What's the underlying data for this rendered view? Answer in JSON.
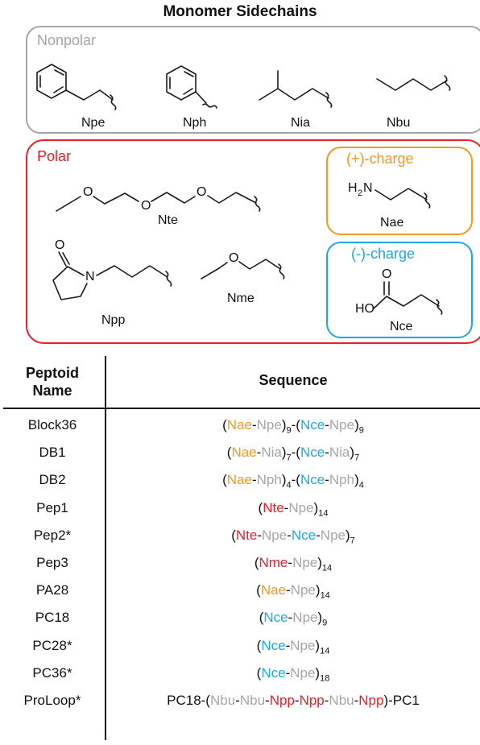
{
  "title": "Monomer Sidechains",
  "colors": {
    "nonpolar": "#a6a6a6",
    "polar": "#e8202a",
    "positive": "#f39a1e",
    "negative": "#1ea7e1",
    "text": "#111111"
  },
  "groups": {
    "nonpolar": {
      "label": "Nonpolar",
      "monomers": [
        "Npe",
        "Nph",
        "Nia",
        "Nbu"
      ]
    },
    "polar": {
      "label": "Polar",
      "monomers": [
        "Nte",
        "Npp",
        "Nme"
      ]
    },
    "positive": {
      "label": "(+)-charge",
      "monomers": [
        "Nae"
      ],
      "amine": "H",
      "amine_sub": "2",
      "amine_n": "N"
    },
    "negative": {
      "label": "(-)-charge",
      "monomers": [
        "Nce"
      ],
      "hydroxyl": "HO",
      "oxo": "O"
    }
  },
  "atoms": {
    "oxygen": "O",
    "nitrogen": "N"
  },
  "table": {
    "header_name_1": "Peptoid",
    "header_name_2": "Name",
    "header_seq": "Sequence",
    "rows": [
      {
        "name": "Block36",
        "seq": [
          {
            "t": "(",
            "c": "text"
          },
          {
            "t": "Nae",
            "c": "positive"
          },
          {
            "t": "-",
            "c": "text"
          },
          {
            "t": "Npe",
            "c": "nonpolar"
          },
          {
            "t": ")",
            "c": "text"
          },
          {
            "t": "9",
            "c": "text",
            "sub": true
          },
          {
            "t": "-(",
            "c": "text"
          },
          {
            "t": "Nce",
            "c": "negative"
          },
          {
            "t": "-",
            "c": "text"
          },
          {
            "t": "Npe",
            "c": "nonpolar"
          },
          {
            "t": ")",
            "c": "text"
          },
          {
            "t": "9",
            "c": "text",
            "sub": true
          }
        ]
      },
      {
        "name": "DB1",
        "seq": [
          {
            "t": "(",
            "c": "text"
          },
          {
            "t": "Nae",
            "c": "positive"
          },
          {
            "t": "-",
            "c": "text"
          },
          {
            "t": "Nia",
            "c": "nonpolar"
          },
          {
            "t": ")",
            "c": "text"
          },
          {
            "t": "7",
            "c": "text",
            "sub": true
          },
          {
            "t": "-(",
            "c": "text"
          },
          {
            "t": "Nce",
            "c": "negative"
          },
          {
            "t": "-",
            "c": "text"
          },
          {
            "t": "Nia",
            "c": "nonpolar"
          },
          {
            "t": ")",
            "c": "text"
          },
          {
            "t": "7",
            "c": "text",
            "sub": true
          }
        ]
      },
      {
        "name": "DB2",
        "seq": [
          {
            "t": "(",
            "c": "text"
          },
          {
            "t": "Nae",
            "c": "positive"
          },
          {
            "t": "-",
            "c": "text"
          },
          {
            "t": "Nph",
            "c": "nonpolar"
          },
          {
            "t": ")",
            "c": "text"
          },
          {
            "t": "4",
            "c": "text",
            "sub": true
          },
          {
            "t": "-(",
            "c": "text"
          },
          {
            "t": "Nce",
            "c": "negative"
          },
          {
            "t": "-",
            "c": "text"
          },
          {
            "t": "Nph",
            "c": "nonpolar"
          },
          {
            "t": ")",
            "c": "text"
          },
          {
            "t": "4",
            "c": "text",
            "sub": true
          }
        ]
      },
      {
        "name": "Pep1",
        "seq": [
          {
            "t": "(",
            "c": "text"
          },
          {
            "t": "Nte",
            "c": "polar"
          },
          {
            "t": "-",
            "c": "text"
          },
          {
            "t": "Npe",
            "c": "nonpolar"
          },
          {
            "t": ")",
            "c": "text"
          },
          {
            "t": "14",
            "c": "text",
            "sub": true
          }
        ]
      },
      {
        "name": "Pep2*",
        "seq": [
          {
            "t": "(",
            "c": "text"
          },
          {
            "t": "Nte",
            "c": "polar"
          },
          {
            "t": "-",
            "c": "text"
          },
          {
            "t": "Npe",
            "c": "nonpolar"
          },
          {
            "t": "-",
            "c": "text"
          },
          {
            "t": "Nce",
            "c": "negative"
          },
          {
            "t": "-",
            "c": "text"
          },
          {
            "t": "Npe",
            "c": "nonpolar"
          },
          {
            "t": ")",
            "c": "text"
          },
          {
            "t": "7",
            "c": "text",
            "sub": true
          }
        ]
      },
      {
        "name": "Pep3",
        "seq": [
          {
            "t": "(",
            "c": "text"
          },
          {
            "t": "Nme",
            "c": "polar"
          },
          {
            "t": "-",
            "c": "text"
          },
          {
            "t": "Npe",
            "c": "nonpolar"
          },
          {
            "t": ")",
            "c": "text"
          },
          {
            "t": "14",
            "c": "text",
            "sub": true
          }
        ]
      },
      {
        "name": "PA28",
        "seq": [
          {
            "t": "(",
            "c": "text"
          },
          {
            "t": "Nae",
            "c": "positive"
          },
          {
            "t": "-",
            "c": "text"
          },
          {
            "t": "Npe",
            "c": "nonpolar"
          },
          {
            "t": ")",
            "c": "text"
          },
          {
            "t": "14",
            "c": "text",
            "sub": true
          }
        ]
      },
      {
        "name": "PC18",
        "seq": [
          {
            "t": "(",
            "c": "text"
          },
          {
            "t": "Nce",
            "c": "negative"
          },
          {
            "t": "-",
            "c": "text"
          },
          {
            "t": "Npe",
            "c": "nonpolar"
          },
          {
            "t": ")",
            "c": "text"
          },
          {
            "t": "9",
            "c": "text",
            "sub": true
          }
        ]
      },
      {
        "name": "PC28*",
        "seq": [
          {
            "t": "(",
            "c": "text"
          },
          {
            "t": "Nce",
            "c": "negative"
          },
          {
            "t": "-",
            "c": "text"
          },
          {
            "t": "Npe",
            "c": "nonpolar"
          },
          {
            "t": ")",
            "c": "text"
          },
          {
            "t": "14",
            "c": "text",
            "sub": true
          }
        ]
      },
      {
        "name": "PC36*",
        "seq": [
          {
            "t": "(",
            "c": "text"
          },
          {
            "t": "Nce",
            "c": "negative"
          },
          {
            "t": "-",
            "c": "text"
          },
          {
            "t": "Npe",
            "c": "nonpolar"
          },
          {
            "t": ")",
            "c": "text"
          },
          {
            "t": "18",
            "c": "text",
            "sub": true
          }
        ]
      },
      {
        "name": "ProLoop*",
        "seq": [
          {
            "t": "PC18-(",
            "c": "text"
          },
          {
            "t": "Nbu",
            "c": "nonpolar"
          },
          {
            "t": "-",
            "c": "text"
          },
          {
            "t": "Nbu",
            "c": "nonpolar"
          },
          {
            "t": "-",
            "c": "text"
          },
          {
            "t": "Npp",
            "c": "polar"
          },
          {
            "t": "-",
            "c": "text"
          },
          {
            "t": "Npp",
            "c": "polar"
          },
          {
            "t": "-",
            "c": "text"
          },
          {
            "t": "Nbu",
            "c": "nonpolar"
          },
          {
            "t": "-",
            "c": "text"
          },
          {
            "t": "Npp",
            "c": "polar"
          },
          {
            "t": ")-PC1",
            "c": "text"
          }
        ]
      }
    ]
  }
}
